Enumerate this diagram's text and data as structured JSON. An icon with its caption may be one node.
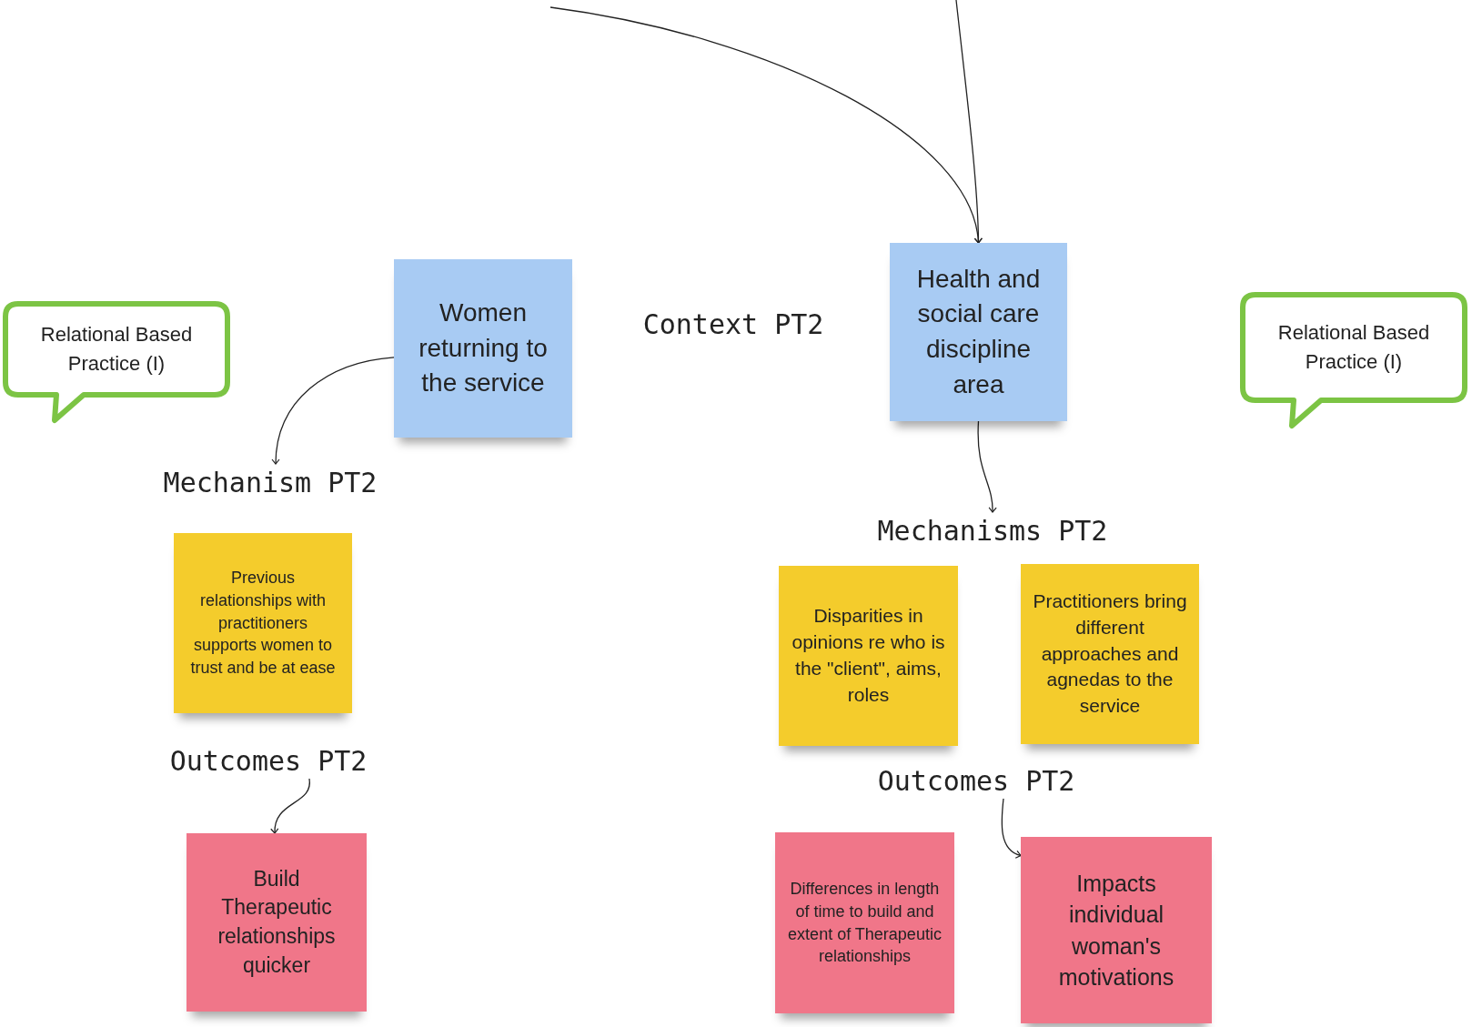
{
  "diagram": {
    "nodes": [
      {
        "text": [
          "Relational Based Practice (I)"
        ]
      },
      {
        "text": [
          "Women returning to the service"
        ]
      },
      {
        "text": [
          "Health and social care discipline area"
        ]
      },
      {
        "text": [
          "Relational Based Practice (I)"
        ]
      },
      {
        "text": [
          "Mechanism PT2"
        ]
      },
      {
        "text": [
          "Previous relationships with practitioners supports women to trust and be at ease"
        ]
      },
      {
        "text": [
          "Mechanisms PT2"
        ]
      },
      {
        "text": [
          "Disparities in opinions re who is the \"client\", aims, roles"
        ]
      },
      {
        "text": [
          "Practitioners bring different approaches and agnedas to the service"
        ]
      },
      {
        "text": [
          "Outcomes PT2"
        ]
      },
      {
        "text": [
          "Build Therapeutic relationships quicker"
        ]
      },
      {
        "text": [
          "Outcomes PT2"
        ]
      },
      {
        "text": [
          "Differences in length of time to build and extent of Therapeutic relationships"
        ]
      },
      {
        "text": [
          "Impacts individual woman's motivations"
        ]
      }
    ],
    "edges": [
      {
        "from": null,
        "to": 2,
        "arrow": "to"
      },
      {
        "from": null,
        "to": 2,
        "arrow": "to"
      },
      {
        "from": 1,
        "to": 4,
        "arrow": "to"
      },
      {
        "from": 2,
        "to": 6,
        "arrow": "to"
      },
      {
        "from": 9,
        "to": 10,
        "arrow": "to"
      },
      {
        "from": 11,
        "to": 13,
        "arrow": "to"
      }
    ],
    "labels": [
      "Context PT2"
    ]
  }
}
